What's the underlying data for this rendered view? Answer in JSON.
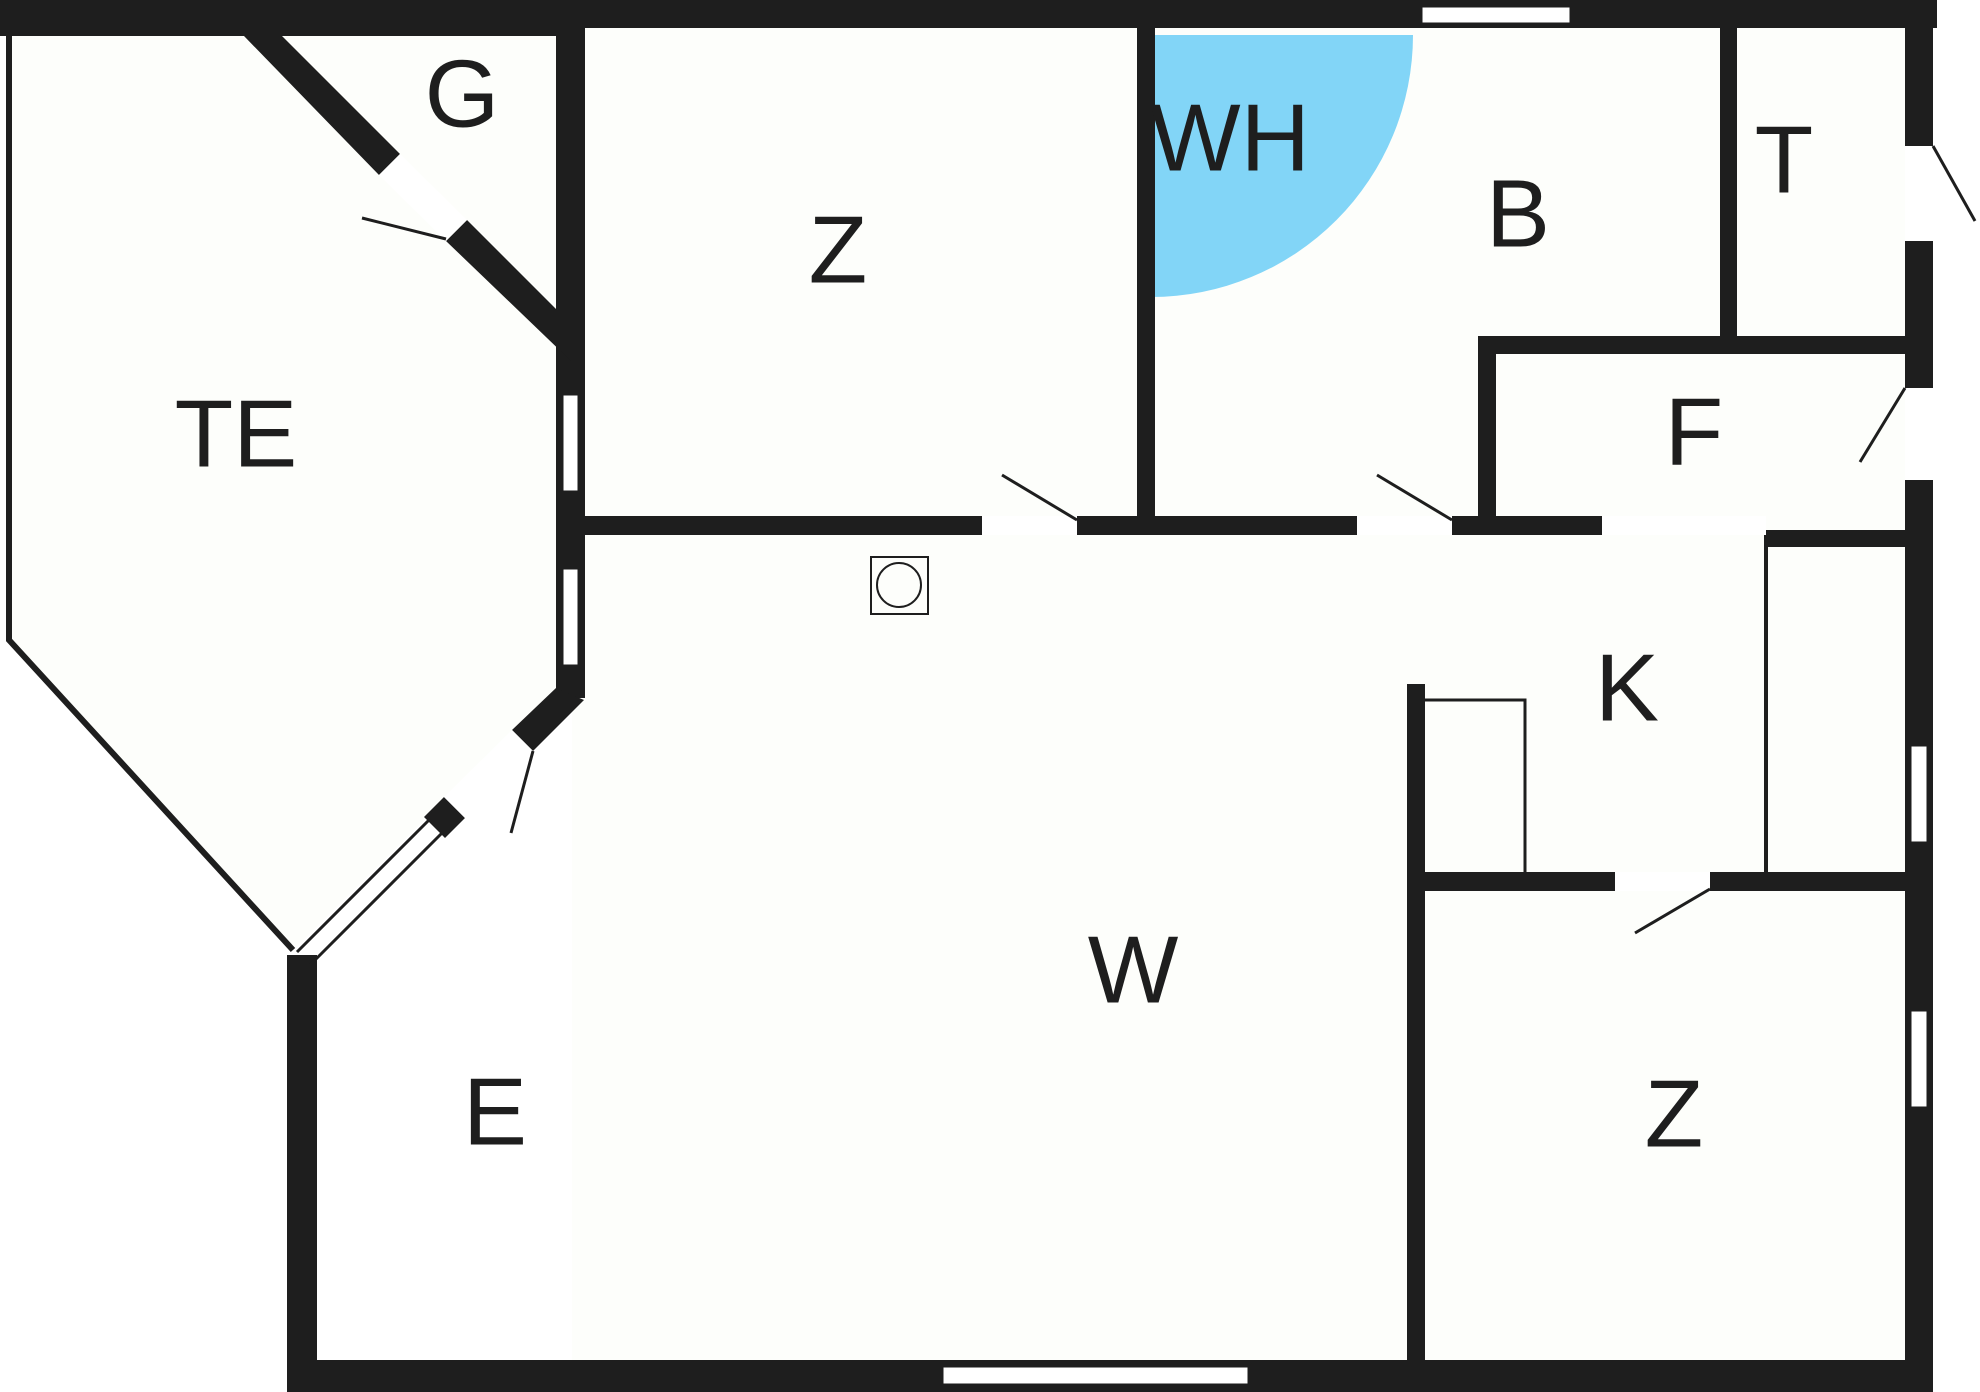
{
  "floorplan": {
    "colors": {
      "wall": "#1e1e1e",
      "floor": "#fdfefb",
      "hot_tub": "#82d5f7",
      "window": "#ffffff"
    },
    "rooms": {
      "g": "G",
      "te": "TE",
      "z_top": "Z",
      "wh": "WH",
      "b": "B",
      "t": "T",
      "f": "F",
      "k": "K",
      "w": "W",
      "e": "E",
      "z_bottom": "Z"
    },
    "symbols": {
      "stove": "stove-icon"
    }
  }
}
